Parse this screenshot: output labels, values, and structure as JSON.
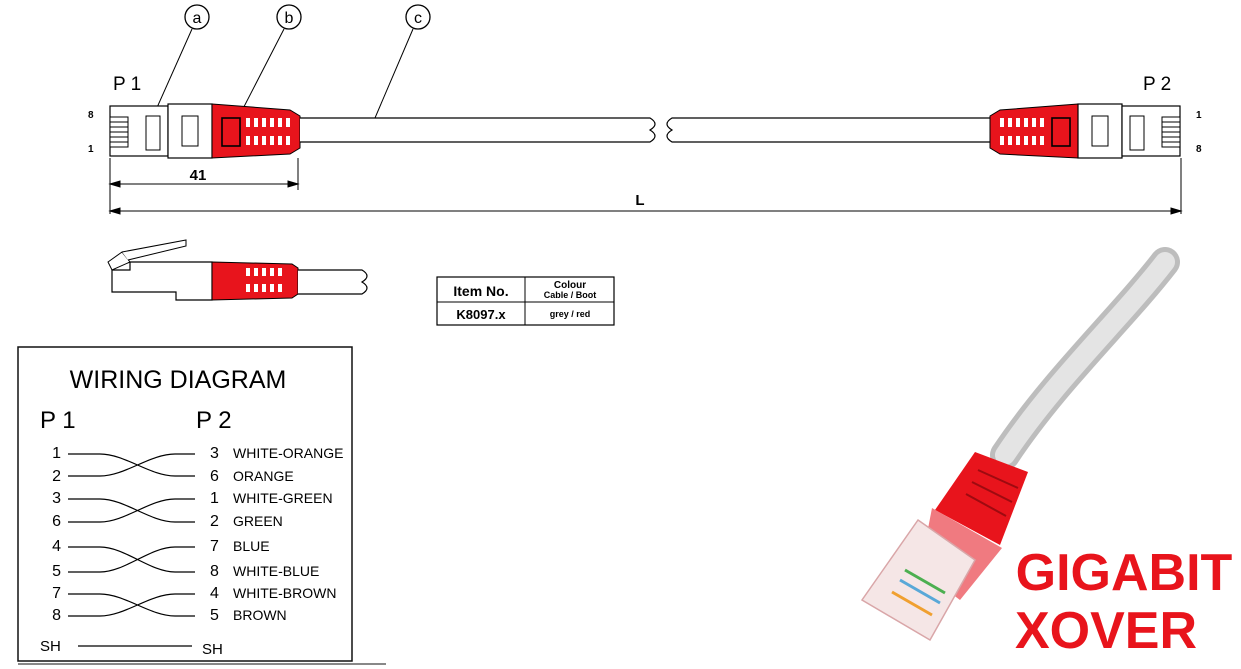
{
  "drawing": {
    "callout_a": "a",
    "callout_b": "b",
    "callout_c": "c",
    "p1_label": "P 1",
    "p2_label": "P 2",
    "pin_left_top": "8",
    "pin_left_bottom": "1",
    "pin_right_top": "1",
    "pin_right_bottom": "8",
    "dim_41": "41",
    "dim_L": "L",
    "boot_color": "#e8141c"
  },
  "item_table": {
    "header_item": "Item No.",
    "header_colour": "Colour",
    "header_colour_sub": "Cable / Boot",
    "item_no": "K8097.x",
    "colour_value": "grey / red"
  },
  "wiring": {
    "title": "WIRING DIAGRAM",
    "p1": "P 1",
    "p2": "P 2",
    "rows": [
      {
        "left": "1",
        "right": "3",
        "color": "WHITE-ORANGE"
      },
      {
        "left": "2",
        "right": "6",
        "color": "ORANGE"
      },
      {
        "left": "3",
        "right": "1",
        "color": "WHITE-GREEN"
      },
      {
        "left": "6",
        "right": "2",
        "color": "GREEN"
      },
      {
        "left": "4",
        "right": "7",
        "color": "BLUE"
      },
      {
        "left": "5",
        "right": "8",
        "color": "WHITE-BLUE"
      },
      {
        "left": "7",
        "right": "4",
        "color": "WHITE-BROWN"
      },
      {
        "left": "8",
        "right": "5",
        "color": "BROWN"
      }
    ],
    "shield_left": "SH",
    "shield_right": "SH"
  },
  "badge": {
    "line1": "GIGABIT",
    "line2": "XOVER",
    "color": "#e8141c"
  }
}
